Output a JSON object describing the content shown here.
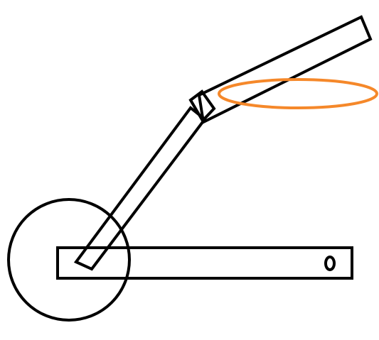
{
  "diagram": {
    "background_color": "#ffffff",
    "line_color": "#000000",
    "accent_color": "#f5882a",
    "shapes": [
      "circle",
      "base-bar",
      "slot-ellipse",
      "lower-arm",
      "upper-arm",
      "elbow-joint",
      "ring-ellipse"
    ]
  }
}
